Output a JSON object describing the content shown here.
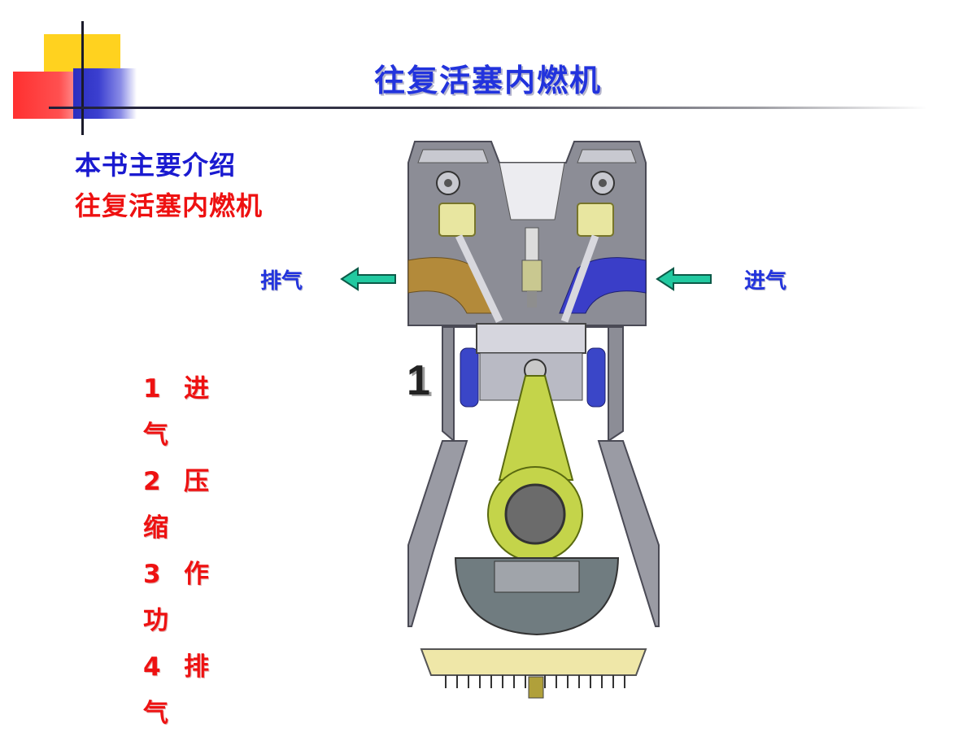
{
  "slide": {
    "title": "往复活塞内燃机",
    "intro_line1": "本书主要介绍",
    "intro_line2": "往复活塞内燃机",
    "exhaust_label": "排气",
    "intake_label": "进气",
    "stroke_number": "1",
    "strokes": [
      {
        "num": "1",
        "c1": "进",
        "c2": "气"
      },
      {
        "num": "2",
        "c1": "压",
        "c2": "缩"
      },
      {
        "num": "3",
        "c1": "作",
        "c2": "功"
      },
      {
        "num": "4",
        "c1": "排",
        "c2": "气"
      }
    ],
    "colors": {
      "title": "#2233dd",
      "accent_red": "#ee1111",
      "arrow": "#22c9a0"
    }
  }
}
